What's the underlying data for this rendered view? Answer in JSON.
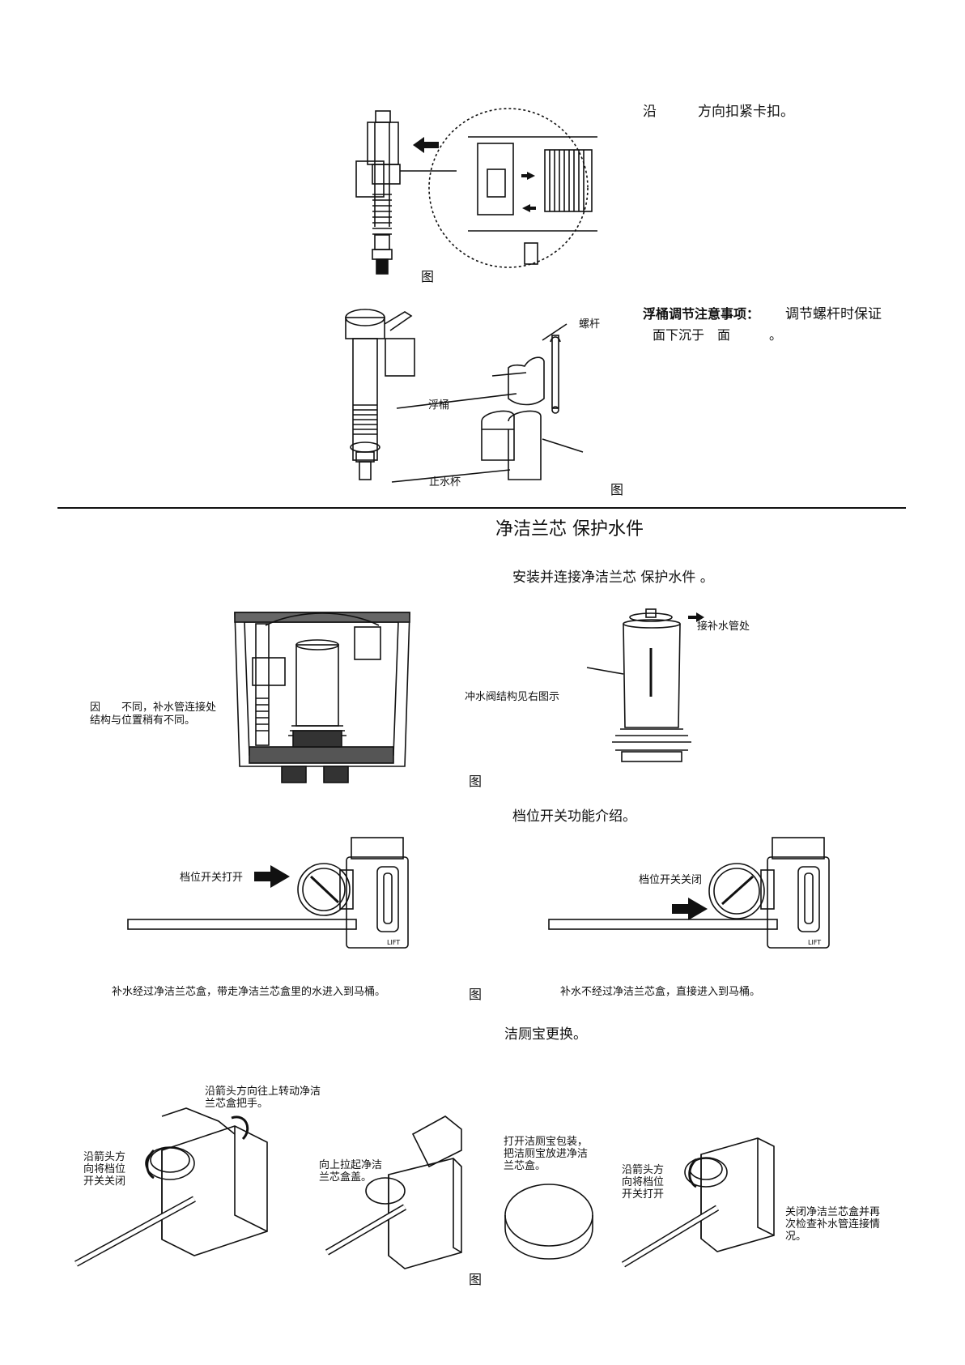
{
  "top": {
    "clip_text": "沿　　　方向扣紧卡扣。",
    "fig_label_a": "图",
    "float_heading": "浮桶调节注意事项：",
    "float_text_a": "调节螺杆时保证",
    "float_text_b": "面下沉于　面　　　。",
    "label_screw": "螺杆",
    "label_float": "浮桶",
    "label_cup": "止水杯",
    "fig_label_b": "图"
  },
  "section": {
    "title": "净洁兰芯 保护水件",
    "install_text": "安装并连接净洁兰芯 保护水件 。",
    "tank_note_a": "因　　不同，补水管连接处",
    "tank_note_b": "结构与位置稍有不同。",
    "valve_note": "冲水阀结构见右图示",
    "refill_label": "接补水管处",
    "fig_label_c": "图",
    "switch_intro": "档位开关功能介绍。",
    "switch_open": "档位开关打开",
    "switch_closed": "档位开关关闭",
    "open_caption": "补水经过净洁兰芯盒，带走净洁兰芯盒里的水进入到马桶。",
    "fig_label_d": "图",
    "closed_caption": "补水不经过净洁兰芯盒，直接进入到马桶。",
    "replace_title": "洁厕宝更换。",
    "step1_a": "沿箭头方向往上转动净洁",
    "step1_b": "兰芯盒把手。",
    "step2_a": "沿箭头方",
    "step2_b": "向将档位",
    "step2_c": "开关关闭",
    "step3_a": "向上拉起净洁",
    "step3_b": "兰芯盒盖。",
    "step4_a": "打开洁厕宝包装，",
    "step4_b": "把洁厕宝放进净洁",
    "step4_c": "兰芯盒。",
    "step5_a": "沿箭头方",
    "step5_b": "向将档位",
    "step5_c": "开关打开",
    "step6_a": "关闭净洁兰芯盒并再",
    "step6_b": "次检查补水管连接情",
    "step6_c": "况。",
    "fig_label_e": "图"
  },
  "dial_marks": {
    "lift": "LIFT"
  }
}
